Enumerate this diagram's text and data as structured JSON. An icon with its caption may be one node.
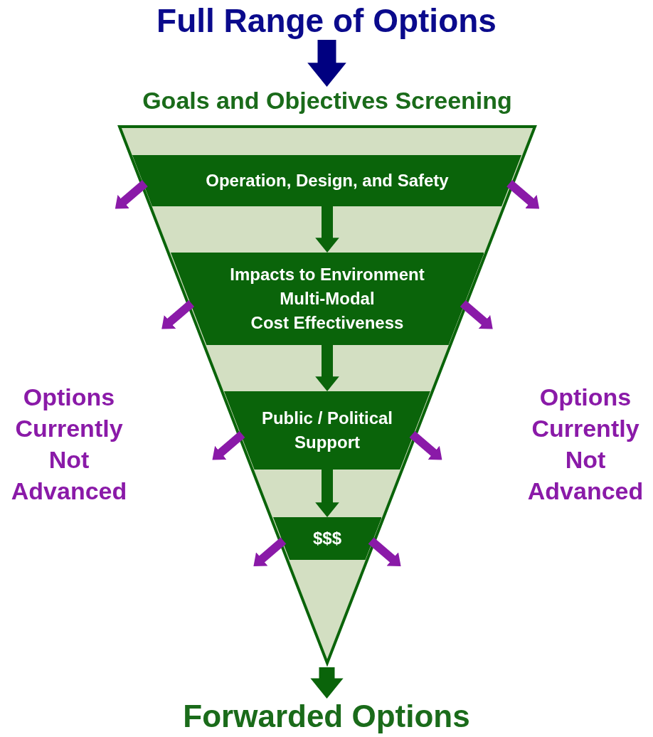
{
  "diagram": {
    "nodes": [
      {
        "text": [
          "Full Range of Options"
        ]
      },
      {
        "text": [
          "Goals and Objectives Screening"
        ]
      },
      {
        "text": [
          "Operation, Design, and Safety"
        ],
        "in": 1
      },
      {
        "text": [
          "Impacts to Environment",
          "Multi-Modal",
          "Cost Effectiveness"
        ],
        "in": 1
      },
      {
        "text": [
          "Public / Political Support"
        ],
        "in": 1
      },
      {
        "text": [
          "$$$"
        ],
        "in": 1
      },
      {
        "text": [
          "Forwarded Options"
        ]
      }
    ],
    "edges": [
      {
        "from": 0,
        "to": 1,
        "arrow": "to",
        "color": "#000080"
      },
      {
        "from": 2,
        "to": null,
        "arrow": "to"
      },
      {
        "from": 2,
        "to": null,
        "arrow": "to"
      },
      {
        "from": 2,
        "to": 3,
        "arrow": "to",
        "color": "#0a640a"
      },
      {
        "from": 3,
        "to": null,
        "arrow": "to"
      },
      {
        "from": 3,
        "to": null,
        "arrow": "to"
      },
      {
        "from": 3,
        "to": 4,
        "arrow": "to",
        "color": "#0a640a"
      },
      {
        "from": 4,
        "to": null,
        "arrow": "to"
      },
      {
        "from": 4,
        "to": null,
        "arrow": "to"
      },
      {
        "from": 4,
        "to": 5,
        "arrow": "to",
        "color": "#0a640a"
      },
      {
        "from": 5,
        "to": null,
        "arrow": "to"
      },
      {
        "from": 5,
        "to": null,
        "arrow": "to"
      },
      {
        "from": 1,
        "to": 6,
        "arrow": "to",
        "color": "#0a640a"
      }
    ],
    "labels": [
      "Options Currently Not Advanced",
      "Options Currently Not Advanced"
    ]
  }
}
